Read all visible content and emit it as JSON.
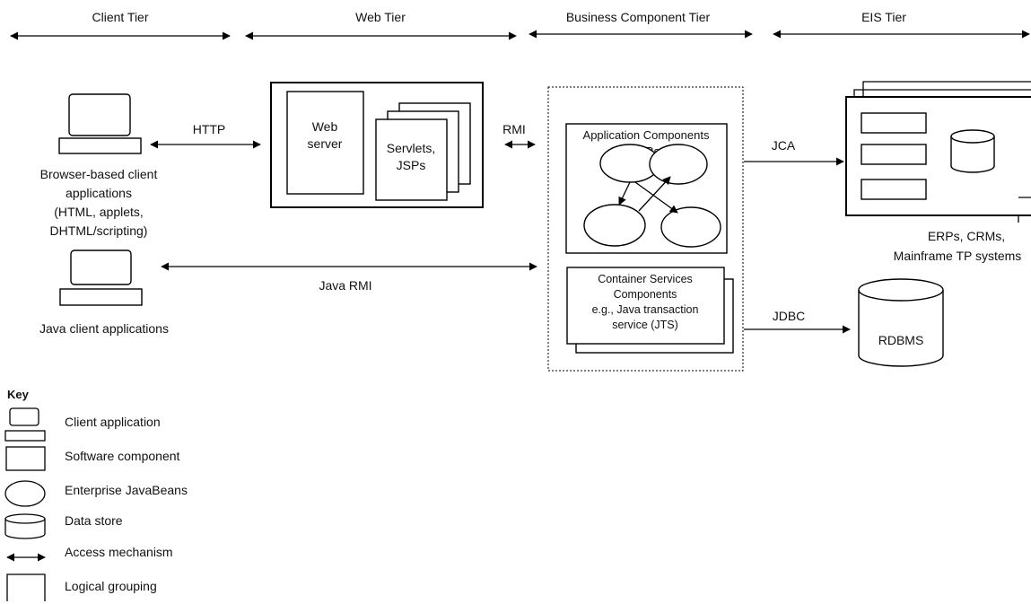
{
  "tiers": {
    "client": "Client Tier",
    "web": "Web Tier",
    "business": "Business Component Tier",
    "eis": "EIS Tier"
  },
  "client_tier": {
    "browser_label_lines": [
      "Browser-based client",
      "applications",
      "(HTML, applets,",
      "DHTML/scripting)"
    ],
    "java_label": "Java client applications"
  },
  "web_tier": {
    "web_server_lines": [
      "Web",
      "server"
    ],
    "servlets_lines": [
      "Servlets,",
      "JSPs"
    ]
  },
  "business_tier": {
    "app_components_lines": [
      "Application Components",
      "EJBs"
    ],
    "container_services_lines": [
      "Container Services",
      "Components",
      "e.g., Java transaction",
      "service (JTS)"
    ]
  },
  "eis_tier": {
    "systems_lines": [
      "ERPs, CRMs,",
      "Mainframe TP systems"
    ],
    "rdbms": "RDBMS"
  },
  "access_mechanisms": {
    "http": "HTTP",
    "rmi": "RMI",
    "java_rmi": "Java RMI",
    "jca": "JCA",
    "jdbc": "JDBC"
  },
  "key": {
    "title": "Key",
    "items": [
      {
        "symbol": "client-application-icon",
        "label": "Client application"
      },
      {
        "symbol": "software-component-icon",
        "label": "Software component"
      },
      {
        "symbol": "enterprise-javabean-icon",
        "label": "Enterprise JavaBeans"
      },
      {
        "symbol": "data-store-icon",
        "label": "Data store"
      },
      {
        "symbol": "access-mechanism-icon",
        "label": "Access mechanism"
      },
      {
        "symbol": "logical-grouping-icon",
        "label": "Logical grouping"
      }
    ]
  }
}
